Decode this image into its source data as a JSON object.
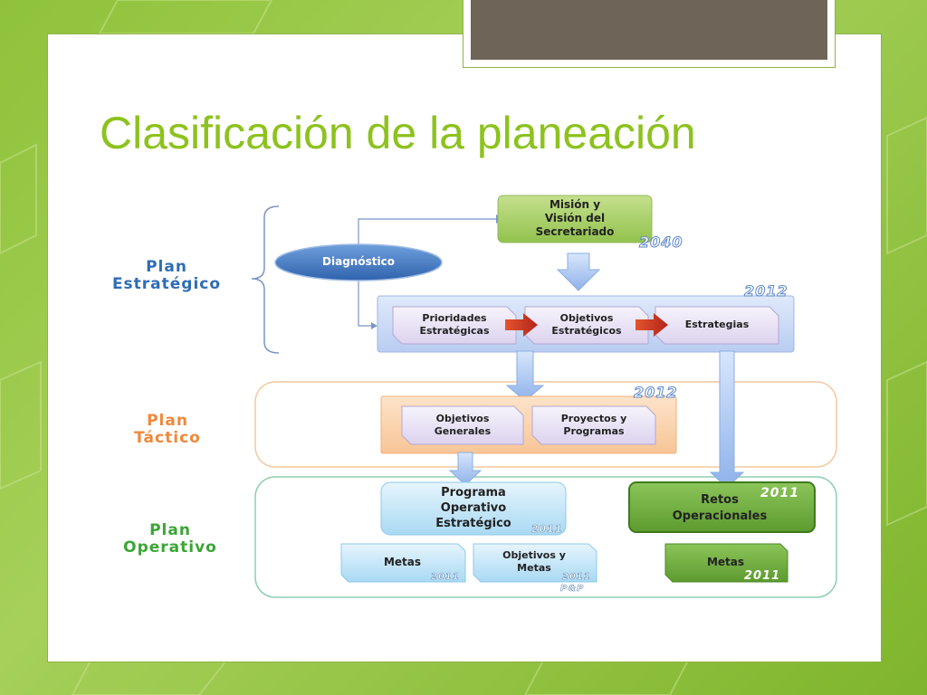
{
  "slide": {
    "title": "Clasificación de la planeación"
  },
  "levels": {
    "estrategico": [
      "Plan",
      "Estratégico"
    ],
    "tactico": [
      "Plan",
      "Táctico"
    ],
    "operativo": [
      "Plan",
      "Operativo"
    ]
  },
  "nodes": {
    "diagnostico": "Diagnóstico",
    "mision": [
      "Misión y",
      "Visión del",
      "Secretariado"
    ],
    "prioridades": [
      "Prioridades",
      "Estratégicas"
    ],
    "objetivos_estrategicos": [
      "Objetivos",
      "Estratégicos"
    ],
    "estrategias": "Estrategias",
    "objetivos_generales": [
      "Objetivos",
      "Generales"
    ],
    "proyectos": [
      "Proyectos y",
      "Programas"
    ],
    "programa_operativo": [
      "Programa",
      "Operativo",
      "Estratégico"
    ],
    "retos": [
      "Retos",
      "Operacionales"
    ],
    "metas_1": "Metas",
    "objetivos_metas": [
      "Objetivos y",
      "Metas"
    ],
    "metas_2": "Metas"
  },
  "years": {
    "mision": "2040",
    "estrategico": "2012",
    "tactico": "2012",
    "programa_operativo": "2011",
    "retos": "2011",
    "metas_1": "2011",
    "objetivos_metas": "2011",
    "objetivos_metas_sub": "P&P",
    "metas_2": "2011"
  },
  "colors": {
    "title": "#8dc21f",
    "estrategico": "#2f6db5",
    "tactico": "#f0883a",
    "operativo": "#3aa635",
    "green_box": "#70ad3e",
    "light_blue_box": "#b8e0f6",
    "lavender_box": "#e8e2f5"
  }
}
